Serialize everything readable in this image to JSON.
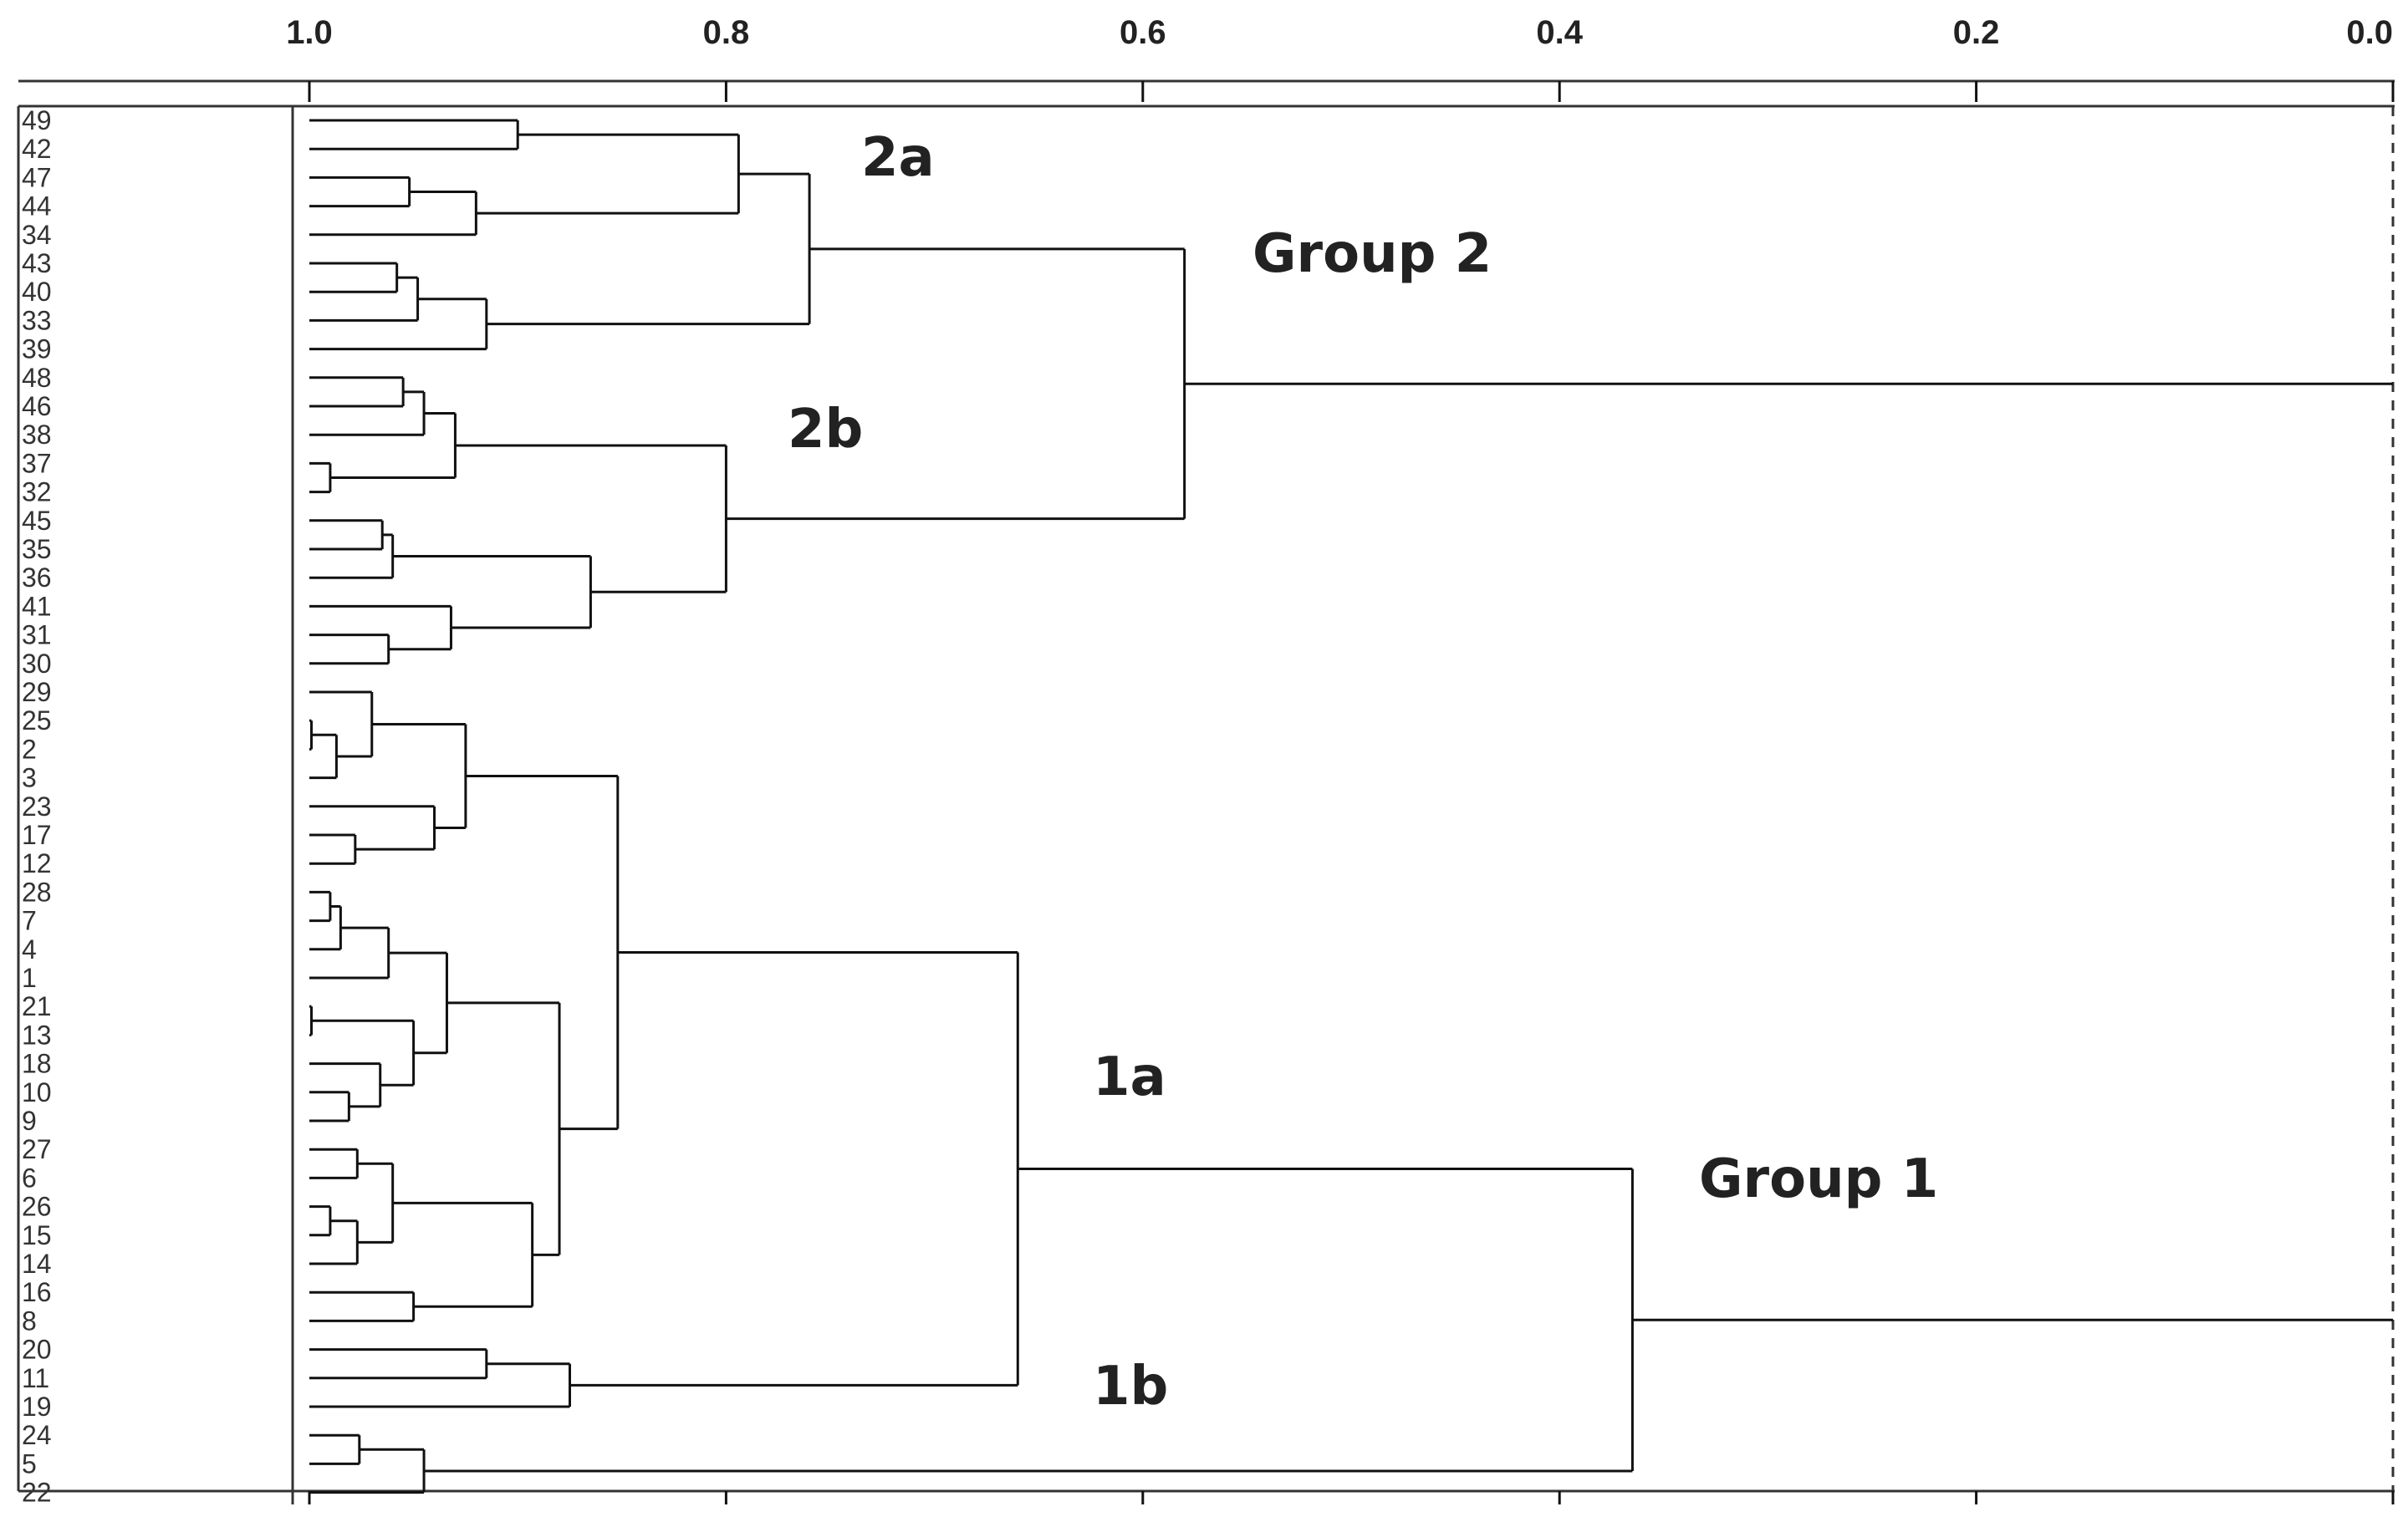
{
  "axis": {
    "ticks": [
      {
        "value": 1.0,
        "label": "1.0"
      },
      {
        "value": 0.8,
        "label": "0.8"
      },
      {
        "value": 0.6,
        "label": "0.6"
      },
      {
        "value": 0.4,
        "label": "0.4"
      },
      {
        "value": 0.2,
        "label": "0.2"
      },
      {
        "value": 0.0,
        "label": "0.0"
      }
    ]
  },
  "leaves": [
    "49",
    "42",
    "47",
    "44",
    "34",
    "43",
    "40",
    "33",
    "39",
    "48",
    "46",
    "38",
    "37",
    "32",
    "45",
    "35",
    "36",
    "41",
    "31",
    "30",
    "29",
    "25",
    "2",
    "3",
    "23",
    "17",
    "12",
    "28",
    "7",
    "4",
    "1",
    "21",
    "13",
    "18",
    "10",
    "9",
    "27",
    "6",
    "26",
    "15",
    "14",
    "16",
    "8",
    "20",
    "11",
    "19",
    "24",
    "5",
    "22"
  ],
  "group_labels": {
    "group2": "Group 2",
    "sub2a": "2a",
    "sub2b": "2b",
    "group1": "Group 1",
    "sub1a": "1a",
    "sub1b": "1b"
  },
  "tree": {
    "s": 0.0,
    "c": [
      {
        "s": 0.58,
        "c": [
          {
            "s": 0.76,
            "c": [
              {
                "s": 0.794,
                "c": [
                  {
                    "s": 0.9,
                    "c": [
                      0,
                      1
                    ]
                  },
                  {
                    "s": 0.92,
                    "c": [
                      {
                        "s": 0.952,
                        "c": [
                          2,
                          3
                        ]
                      },
                      4
                    ]
                  }
                ]
              },
              {
                "s": 0.915,
                "c": [
                  {
                    "s": 0.948,
                    "c": [
                      {
                        "s": 0.958,
                        "c": [
                          5,
                          6
                        ]
                      },
                      7
                    ]
                  },
                  8
                ]
              }
            ]
          },
          {
            "s": 0.8,
            "c": [
              {
                "s": 0.93,
                "c": [
                  {
                    "s": 0.945,
                    "c": [
                      {
                        "s": 0.955,
                        "c": [
                          9,
                          10
                        ]
                      },
                      11
                    ]
                  },
                  {
                    "s": 0.99,
                    "c": [
                      12,
                      13
                    ]
                  }
                ]
              },
              {
                "s": 0.865,
                "c": [
                  {
                    "s": 0.96,
                    "c": [
                      {
                        "s": 0.965,
                        "c": [
                          14,
                          15
                        ]
                      },
                      16
                    ]
                  },
                  {
                    "s": 0.932,
                    "c": [
                      17,
                      {
                        "s": 0.962,
                        "c": [
                          18,
                          19
                        ]
                      }
                    ]
                  }
                ]
              }
            ]
          }
        ]
      },
      {
        "s": 0.365,
        "c": [
          {
            "s": 0.66,
            "c": [
              {
                "s": 0.852,
                "c": [
                  {
                    "s": 0.925,
                    "c": [
                      {
                        "s": 0.97,
                        "c": [
                          20,
                          {
                            "s": 0.987,
                            "c": [
                              {
                                "s": 0.999,
                                "c": [
                                  21,
                                  22
                                ]
                              },
                              23
                            ]
                          }
                        ]
                      },
                      {
                        "s": 0.94,
                        "c": [
                          24,
                          {
                            "s": 0.978,
                            "c": [
                              25,
                              26
                            ]
                          }
                        ]
                      }
                    ]
                  },
                  {
                    "s": 0.88,
                    "c": [
                      {
                        "s": 0.934,
                        "c": [
                          {
                            "s": 0.962,
                            "c": [
                              {
                                "s": 0.985,
                                "c": [
                                  {
                                    "s": 0.99,
                                    "c": [
                                      27,
                                      28
                                    ]
                                  },
                                  29
                                ]
                              },
                              30
                            ]
                          },
                          {
                            "s": 0.95,
                            "c": [
                              {
                                "s": 0.999,
                                "c": [
                                  31,
                                  32
                                ]
                              },
                              {
                                "s": 0.966,
                                "c": [
                                  33,
                                  {
                                    "s": 0.981,
                                    "c": [
                                      34,
                                      35
                                    ]
                                  }
                                ]
                              }
                            ]
                          }
                        ]
                      },
                      {
                        "s": 0.893,
                        "c": [
                          {
                            "s": 0.96,
                            "c": [
                              {
                                "s": 0.977,
                                "c": [
                                  36,
                                  37
                                ]
                              },
                              {
                                "s": 0.977,
                                "c": [
                                  {
                                    "s": 0.99,
                                    "c": [
                                      38,
                                      39
                                    ]
                                  },
                                  40
                                ]
                              }
                            ]
                          },
                          {
                            "s": 0.95,
                            "c": [
                              41,
                              42
                            ]
                          }
                        ]
                      }
                    ]
                  }
                ]
              },
              {
                "s": 0.875,
                "c": [
                  {
                    "s": 0.915,
                    "c": [
                      43,
                      44
                    ]
                  },
                  45
                ]
              }
            ]
          },
          {
            "s": 0.945,
            "c": [
              {
                "s": 0.976,
                "c": [
                  46,
                  47
                ]
              },
              48
            ]
          }
        ]
      }
    ]
  }
}
